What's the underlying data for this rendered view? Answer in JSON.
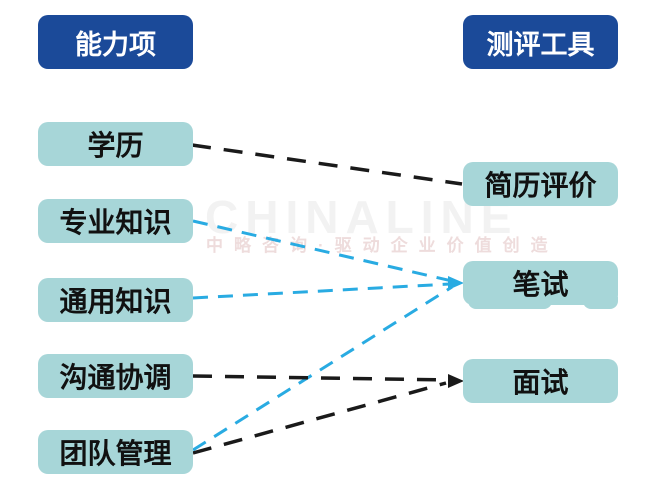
{
  "diagram_title": "capability-to-assessment-tool mapping",
  "watermark": {
    "brand": "CHINALINE",
    "tagline": "中略咨询·驱动企业价值创造"
  },
  "columns": {
    "left": {
      "header": "能力项",
      "items": [
        "学历",
        "专业知识",
        "通用知识",
        "沟通协调",
        "团队管理"
      ]
    },
    "right": {
      "header": "测评工具",
      "items": [
        "简历评价",
        "笔试",
        "面试"
      ]
    }
  },
  "connections": [
    {
      "from": "学历",
      "to": "简历评价",
      "style": "dashed",
      "color": "black",
      "arrow": false
    },
    {
      "from": "专业知识",
      "to": "笔试",
      "style": "dashed",
      "color": "blue",
      "arrow": true
    },
    {
      "from": "通用知识",
      "to": "笔试",
      "style": "dashed",
      "color": "blue",
      "arrow": true
    },
    {
      "from": "沟通协调",
      "to": "面试",
      "style": "dashed",
      "color": "black",
      "arrow": true
    },
    {
      "from": "团队管理",
      "to": "笔试",
      "style": "dashed",
      "color": "blue",
      "arrow": true
    },
    {
      "from": "团队管理",
      "to": "面试",
      "style": "dashed",
      "color": "black",
      "arrow": true
    }
  ],
  "colors": {
    "header_bg": "#1b4a99",
    "header_text": "#ffffff",
    "item_bg": "#a7d6d8",
    "item_text": "#111111",
    "line_black": "#1a1a1a",
    "line_blue": "#29abe2",
    "watermark_brand": "#f2f2f2",
    "watermark_tagline": "#eedcdc",
    "background": "#ffffff"
  }
}
